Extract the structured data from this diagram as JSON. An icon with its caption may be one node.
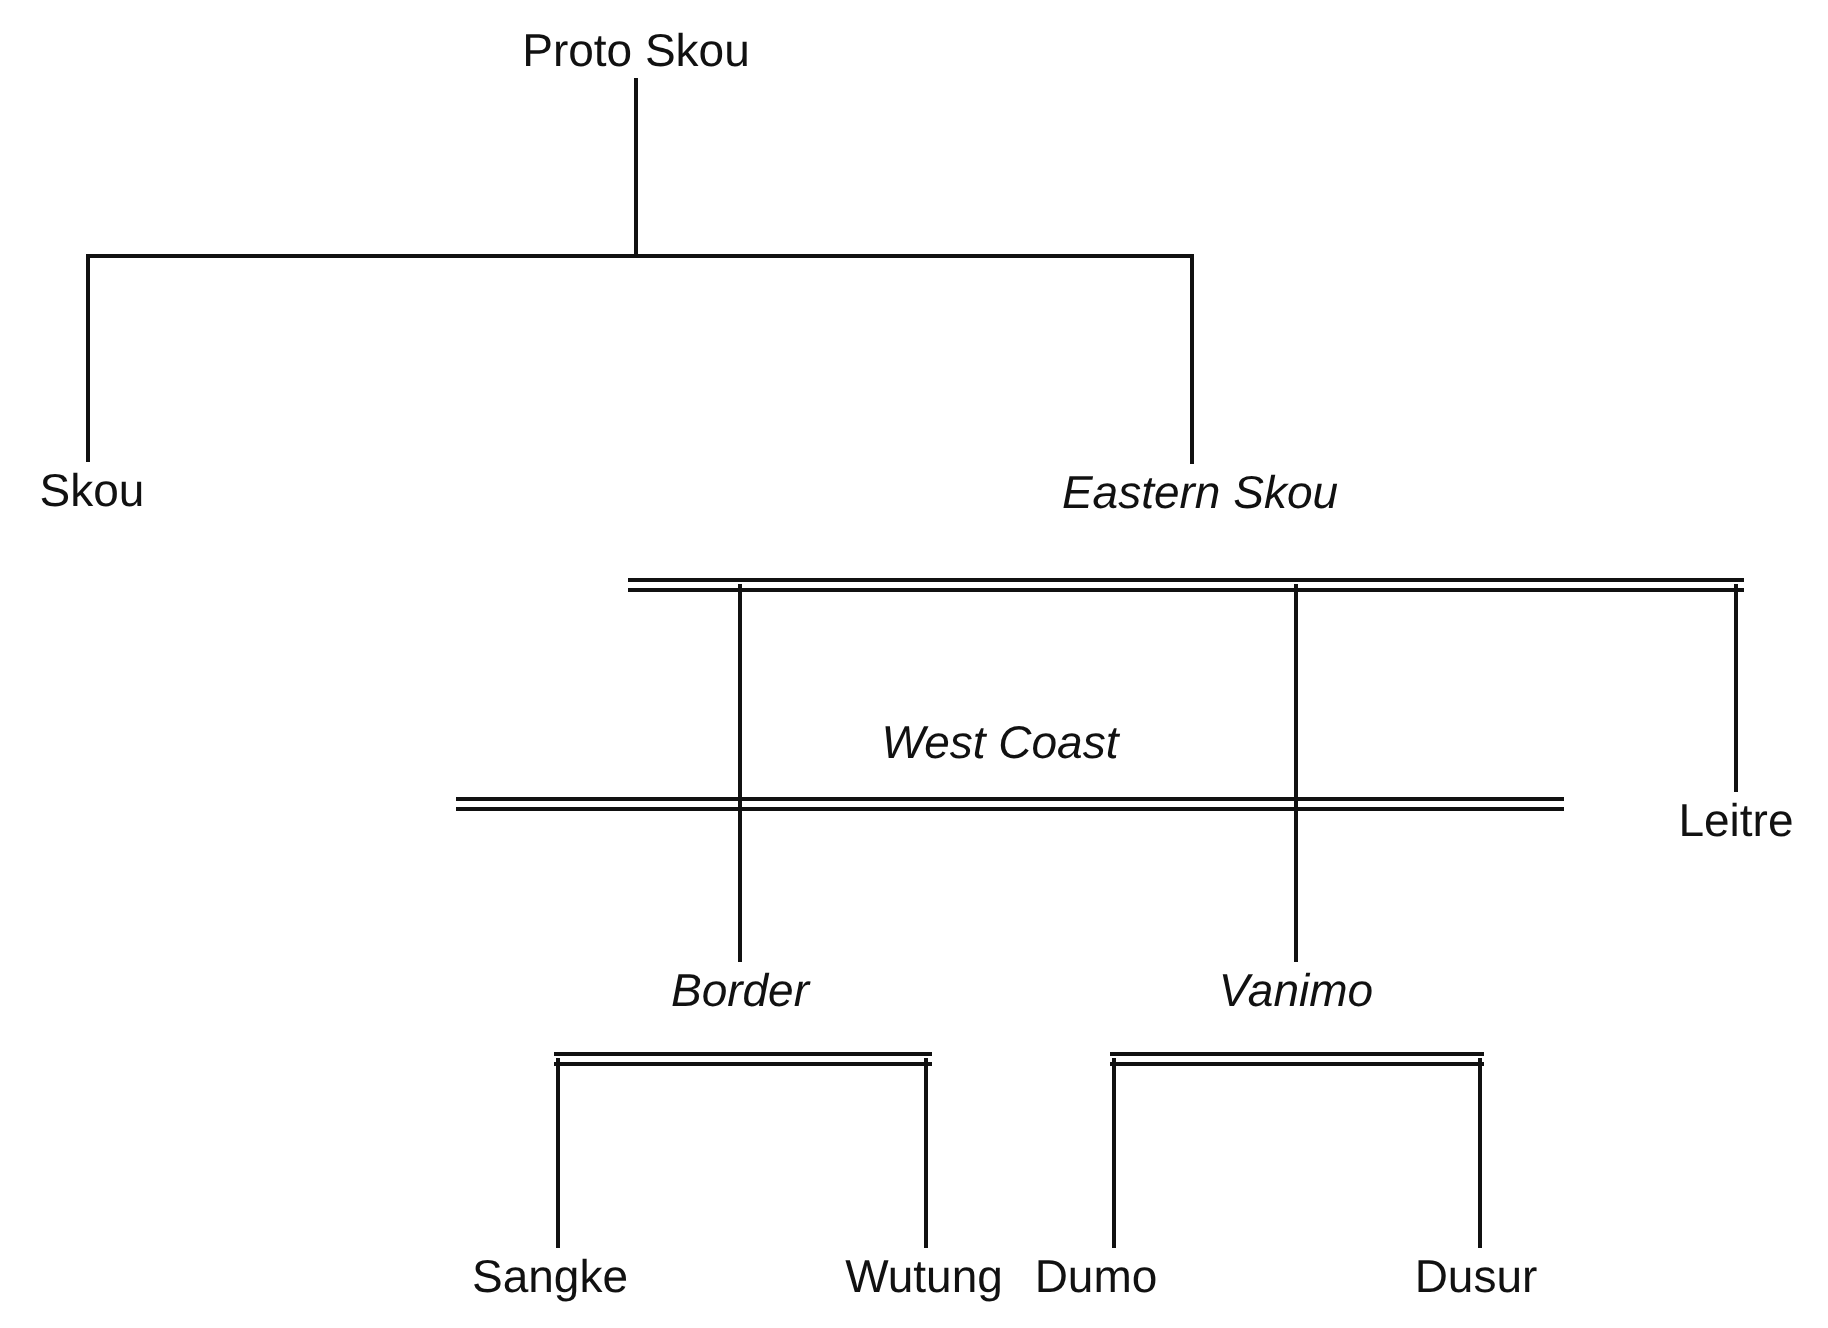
{
  "diagram": {
    "nodes": [
      {
        "text": [
          "Proto Skou"
        ]
      },
      {
        "text": [
          "Skou"
        ]
      },
      {
        "text": [
          "Eastern Skou"
        ]
      },
      {
        "text": [
          "West Coast"
        ]
      },
      {
        "text": [
          "Leitre"
        ]
      },
      {
        "text": [
          "Border"
        ]
      },
      {
        "text": [
          "Vanimo"
        ]
      },
      {
        "text": [
          "Sangke"
        ]
      },
      {
        "text": [
          "Wutung"
        ]
      },
      {
        "text": [
          "Dumo"
        ]
      },
      {
        "text": [
          "Dusur"
        ]
      }
    ],
    "edges": [
      {
        "from": 0,
        "to": 1,
        "arrow": "none"
      },
      {
        "from": 0,
        "to": 2,
        "arrow": "none"
      },
      {
        "from": 2,
        "to": 5,
        "arrow": "none"
      },
      {
        "from": 2,
        "to": 6,
        "arrow": "none"
      },
      {
        "from": 2,
        "to": 4,
        "arrow": "none"
      },
      {
        "from": 5,
        "to": 7,
        "arrow": "none"
      },
      {
        "from": 5,
        "to": 8,
        "arrow": "none"
      },
      {
        "from": 6,
        "to": 9,
        "arrow": "none"
      },
      {
        "from": 6,
        "to": 10,
        "arrow": "none"
      }
    ]
  }
}
